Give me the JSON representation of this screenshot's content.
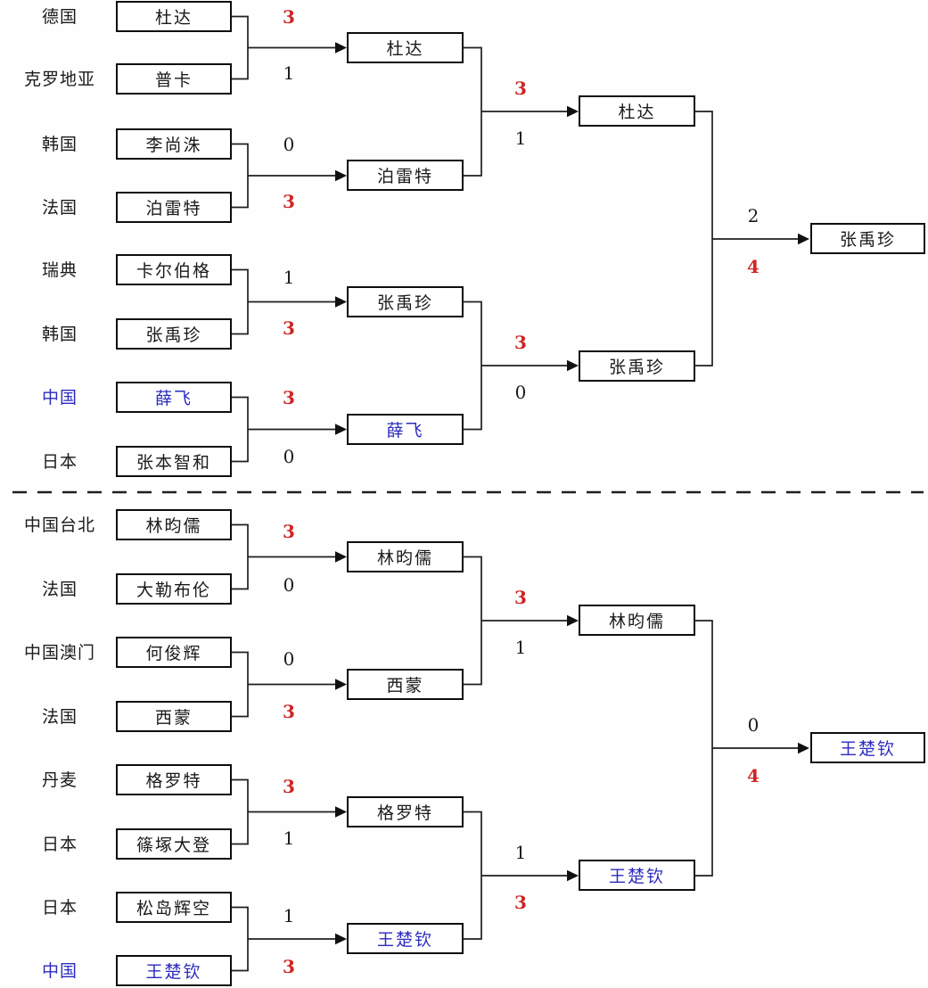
{
  "colors": {
    "win_score": "#cf2525",
    "china_blue": "#2b2bbf",
    "line": "#1f1f1f"
  },
  "round1": [
    {
      "country": "德国",
      "name": "杜达",
      "score": "3",
      "win": true,
      "cn": false
    },
    {
      "country": "克罗地亚",
      "name": "普卡",
      "score": "1",
      "win": false,
      "cn": false
    },
    {
      "country": "韩国",
      "name": "李尚洙",
      "score": "0",
      "win": false,
      "cn": false
    },
    {
      "country": "法国",
      "name": "泊雷特",
      "score": "3",
      "win": true,
      "cn": false
    },
    {
      "country": "瑞典",
      "name": "卡尔伯格",
      "score": "1",
      "win": false,
      "cn": false
    },
    {
      "country": "韩国",
      "name": "张禹珍",
      "score": "3",
      "win": true,
      "cn": false
    },
    {
      "country": "中国",
      "name": "薛飞",
      "score": "3",
      "win": true,
      "cn": true
    },
    {
      "country": "日本",
      "name": "张本智和",
      "score": "0",
      "win": false,
      "cn": false
    },
    {
      "country": "中国台北",
      "name": "林昀儒",
      "score": "3",
      "win": true,
      "cn": false
    },
    {
      "country": "法国",
      "name": "大勒布伦",
      "score": "0",
      "win": false,
      "cn": false
    },
    {
      "country": "中国澳门",
      "name": "何俊辉",
      "score": "0",
      "win": false,
      "cn": false
    },
    {
      "country": "法国",
      "name": "西蒙",
      "score": "3",
      "win": true,
      "cn": false
    },
    {
      "country": "丹麦",
      "name": "格罗特",
      "score": "3",
      "win": true,
      "cn": false
    },
    {
      "country": "日本",
      "name": "篠塚大登",
      "score": "1",
      "win": false,
      "cn": false
    },
    {
      "country": "日本",
      "name": "松岛辉空",
      "score": "1",
      "win": false,
      "cn": false
    },
    {
      "country": "中国",
      "name": "王楚钦",
      "score": "3",
      "win": true,
      "cn": true
    }
  ],
  "round2": [
    {
      "name": "杜达",
      "score": "3",
      "win": true,
      "cn": false
    },
    {
      "name": "泊雷特",
      "score": "1",
      "win": false,
      "cn": false
    },
    {
      "name": "张禹珍",
      "score": "3",
      "win": true,
      "cn": false
    },
    {
      "name": "薛飞",
      "score": "0",
      "win": false,
      "cn": true
    },
    {
      "name": "林昀儒",
      "score": "3",
      "win": true,
      "cn": false
    },
    {
      "name": "西蒙",
      "score": "1",
      "win": false,
      "cn": false
    },
    {
      "name": "格罗特",
      "score": "1",
      "win": false,
      "cn": false
    },
    {
      "name": "王楚钦",
      "score": "3",
      "win": true,
      "cn": true
    }
  ],
  "semifinal": [
    {
      "name": "杜达",
      "score": "2",
      "win": false,
      "cn": false
    },
    {
      "name": "张禹珍",
      "score": "4",
      "win": true,
      "cn": false
    },
    {
      "name": "林昀儒",
      "score": "0",
      "win": false,
      "cn": false
    },
    {
      "name": "王楚钦",
      "score": "4",
      "win": true,
      "cn": true
    }
  ],
  "final": [
    {
      "name": "张禹珍",
      "cn": false
    },
    {
      "name": "王楚钦",
      "cn": true
    }
  ]
}
